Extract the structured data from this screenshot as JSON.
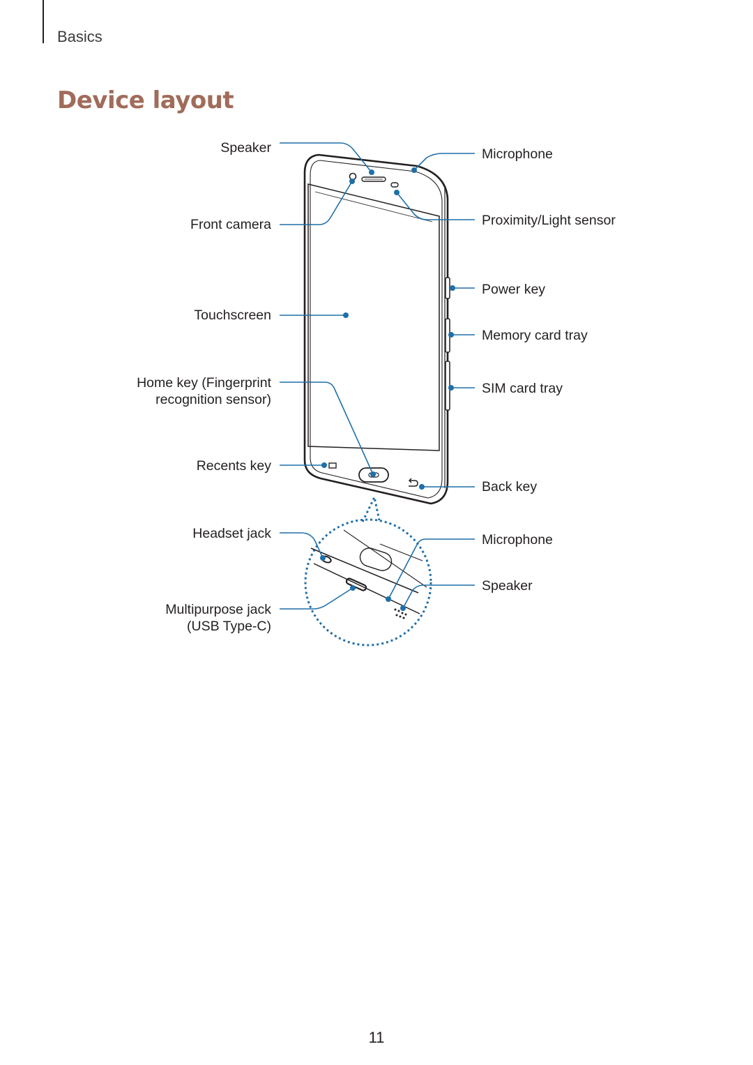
{
  "header": {
    "section": "Basics"
  },
  "title": "Device layout",
  "theme": {
    "title_color": "#a16b5a",
    "callout_color": "#1f6fa8",
    "line_color": "#231f20"
  },
  "callouts": {
    "speaker_top": "Speaker",
    "front_camera": "Front camera",
    "touchscreen": "Touchscreen",
    "home_key_line1": "Home key (Fingerprint",
    "home_key_line2": "recognition sensor)",
    "recents_key": "Recents key",
    "headset_jack": "Headset jack",
    "multipurpose_jack_line1": "Multipurpose jack",
    "multipurpose_jack_line2": "(USB Type-C)",
    "microphone_top": "Microphone",
    "proximity_sensor": "Proximity/Light sensor",
    "power_key": "Power key",
    "memory_card_tray": "Memory card tray",
    "sim_card_tray": "SIM card tray",
    "back_key": "Back key",
    "microphone_bottom": "Microphone",
    "speaker_bottom": "Speaker"
  },
  "footer": {
    "page_number": "11"
  }
}
